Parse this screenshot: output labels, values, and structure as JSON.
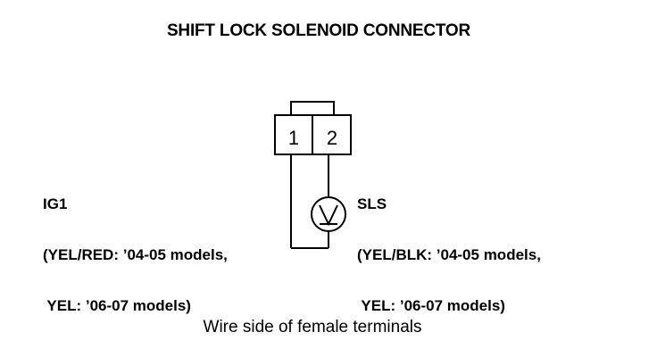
{
  "title": "SHIFT LOCK SOLENOID CONNECTOR",
  "connector": {
    "pin1": "1",
    "pin2": "2"
  },
  "ig1": {
    "name": "IG1",
    "line1": "(YEL/RED: ’04-05 models,",
    "line2": " YEL: ’06-07 models)"
  },
  "sls": {
    "name": "SLS",
    "line1": "(YEL/BLK: ’04-05 models,",
    "line2": " YEL: ’06-07 models)"
  },
  "solenoid_symbol": "V",
  "caption": "Wire side of female terminals"
}
